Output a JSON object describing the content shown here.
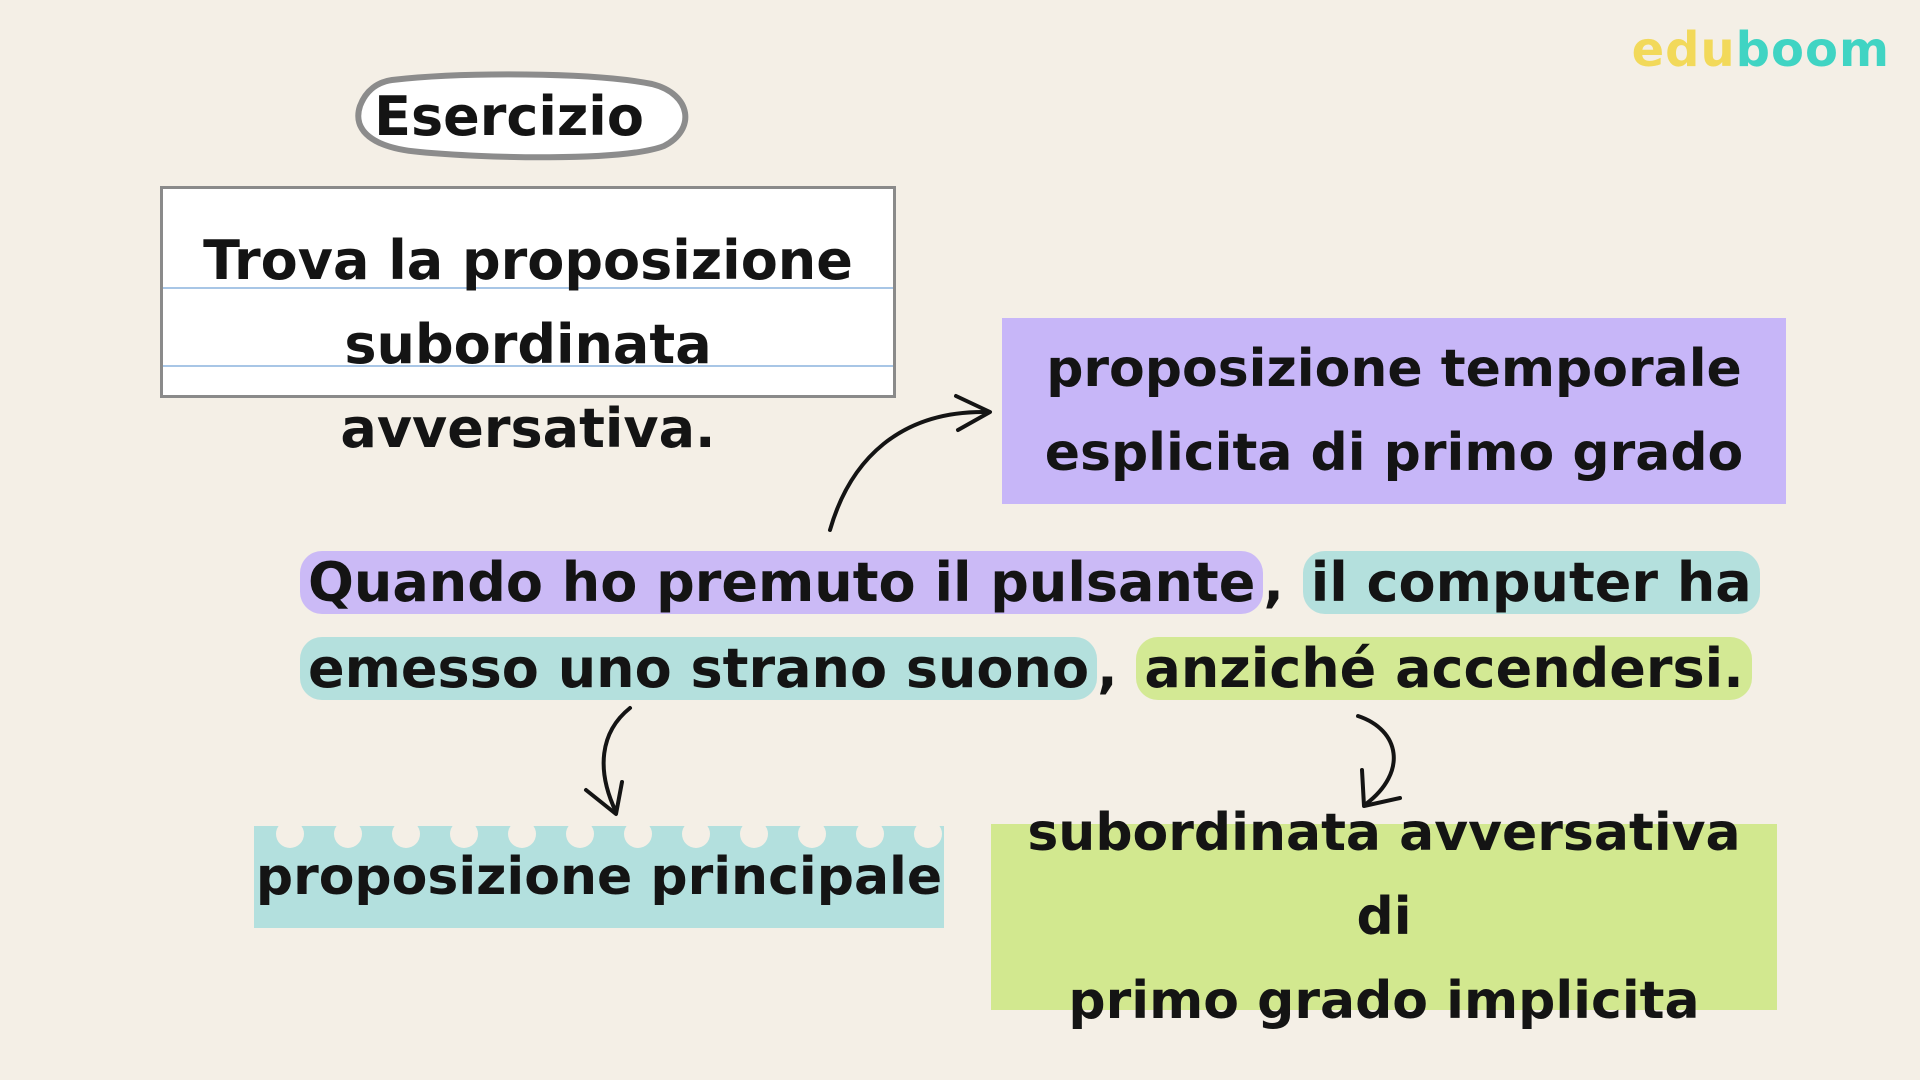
{
  "brand": {
    "part1": "edu",
    "part2": "boom"
  },
  "title": "Esercizio",
  "instruction": {
    "line1": "Trova la proposizione",
    "line2": "subordinata avversativa."
  },
  "sentence": {
    "segment1": "Quando ho premuto il pulsante",
    "comma1": ",",
    "segment2a": "il computer ha",
    "segment2b": "emesso uno strano suono",
    "comma2": ",",
    "segment3": "anziché accendersi."
  },
  "labels": {
    "temporale": {
      "line1": "proposizione temporale",
      "line2": "esplicita di primo grado"
    },
    "principale": "proposizione principale",
    "avversativa": {
      "line1": "subordinata avversativa di",
      "line2": "primo grado implicita"
    }
  },
  "colors": {
    "background": "#f4efe6",
    "purple": "#c7b6f8",
    "teal": "#b3e0de",
    "green": "#d2e88f",
    "brand_yellow": "#f2d95a",
    "brand_teal": "#40d4c3"
  }
}
